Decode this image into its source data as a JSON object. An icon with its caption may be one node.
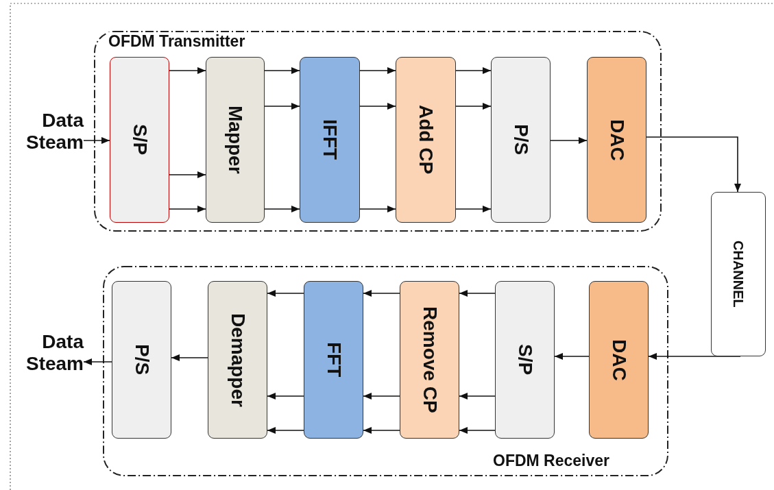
{
  "diagram": {
    "nodes": [
      {
        "text": [
          "Data Steam"
        ]
      },
      {
        "text": [
          "OFDM Transmitter"
        ]
      },
      {
        "text": [
          "S/P"
        ],
        "in": 1
      },
      {
        "text": [
          "Mapper"
        ],
        "in": 1
      },
      {
        "text": [
          "IFFT"
        ],
        "in": 1
      },
      {
        "text": [
          "Add CP"
        ],
        "in": 1
      },
      {
        "text": [
          "P/S"
        ],
        "in": 1
      },
      {
        "text": [
          "DAC"
        ],
        "in": 1
      },
      {
        "text": [
          "CHANNEL"
        ]
      },
      {
        "text": [
          "Data Steam"
        ]
      },
      {
        "text": [
          "OFDM Receiver"
        ]
      },
      {
        "text": [
          "P/S"
        ],
        "in": 10
      },
      {
        "text": [
          "Demapper"
        ],
        "in": 10
      },
      {
        "text": [
          "FFT"
        ],
        "in": 10
      },
      {
        "text": [
          "Remove CP"
        ],
        "in": 10
      },
      {
        "text": [
          "S/P"
        ],
        "in": 10
      },
      {
        "text": [
          "DAC"
        ],
        "in": 10
      }
    ],
    "edges": [
      {
        "from": 0,
        "to": 2,
        "arrow": "to"
      },
      {
        "from": 2,
        "to": 3,
        "arrow": "to"
      },
      {
        "from": 2,
        "to": 3,
        "arrow": "to"
      },
      {
        "from": 2,
        "to": 3,
        "arrow": "to"
      },
      {
        "from": 3,
        "to": 4,
        "arrow": "to"
      },
      {
        "from": 3,
        "to": 4,
        "arrow": "to"
      },
      {
        "from": 3,
        "to": 4,
        "arrow": "to"
      },
      {
        "from": 4,
        "to": 5,
        "arrow": "to"
      },
      {
        "from": 4,
        "to": 5,
        "arrow": "to"
      },
      {
        "from": 4,
        "to": 5,
        "arrow": "to"
      },
      {
        "from": 5,
        "to": 6,
        "arrow": "to"
      },
      {
        "from": 5,
        "to": 6,
        "arrow": "to"
      },
      {
        "from": 5,
        "to": 6,
        "arrow": "to"
      },
      {
        "from": 6,
        "to": 7,
        "arrow": "to"
      },
      {
        "from": 7,
        "to": 8,
        "arrow": "to"
      },
      {
        "from": 8,
        "to": 16,
        "arrow": "to"
      },
      {
        "from": 16,
        "to": 15,
        "arrow": "to"
      },
      {
        "from": 15,
        "to": 14,
        "arrow": "to"
      },
      {
        "from": 15,
        "to": 14,
        "arrow": "to"
      },
      {
        "from": 15,
        "to": 14,
        "arrow": "to"
      },
      {
        "from": 14,
        "to": 13,
        "arrow": "to"
      },
      {
        "from": 14,
        "to": 13,
        "arrow": "to"
      },
      {
        "from": 14,
        "to": 13,
        "arrow": "to"
      },
      {
        "from": 13,
        "to": 12,
        "arrow": "to"
      },
      {
        "from": 13,
        "to": 12,
        "arrow": "to"
      },
      {
        "from": 13,
        "to": 12,
        "arrow": "to"
      },
      {
        "from": 12,
        "to": 11,
        "arrow": "to"
      },
      {
        "from": 11,
        "to": 9,
        "arrow": "to"
      }
    ]
  }
}
